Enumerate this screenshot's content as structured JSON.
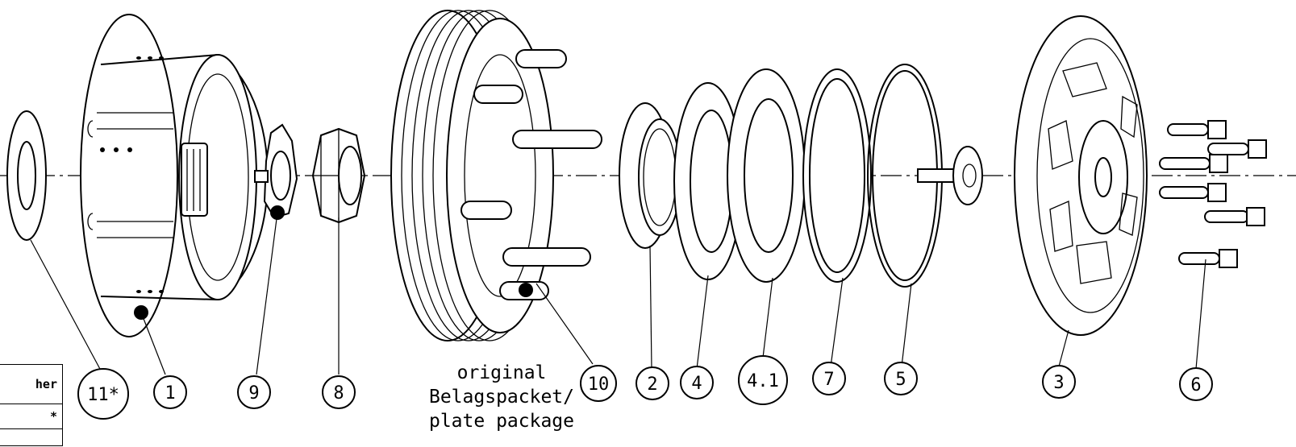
{
  "callouts": [
    {
      "id": "11",
      "label": "11*"
    },
    {
      "id": "1",
      "label": "1"
    },
    {
      "id": "9",
      "label": "9"
    },
    {
      "id": "8",
      "label": "8"
    },
    {
      "id": "10",
      "label": "10"
    },
    {
      "id": "2",
      "label": "2"
    },
    {
      "id": "4",
      "label": "4"
    },
    {
      "id": "4_1",
      "label": "4.1"
    },
    {
      "id": "7",
      "label": "7"
    },
    {
      "id": "5",
      "label": "5"
    },
    {
      "id": "3",
      "label": "3"
    },
    {
      "id": "6",
      "label": "6"
    }
  ],
  "plate_note": {
    "line1": "original",
    "line2": "Belagspacket/",
    "line3": "plate package"
  },
  "table": {
    "header": "her",
    "row2": "*"
  }
}
